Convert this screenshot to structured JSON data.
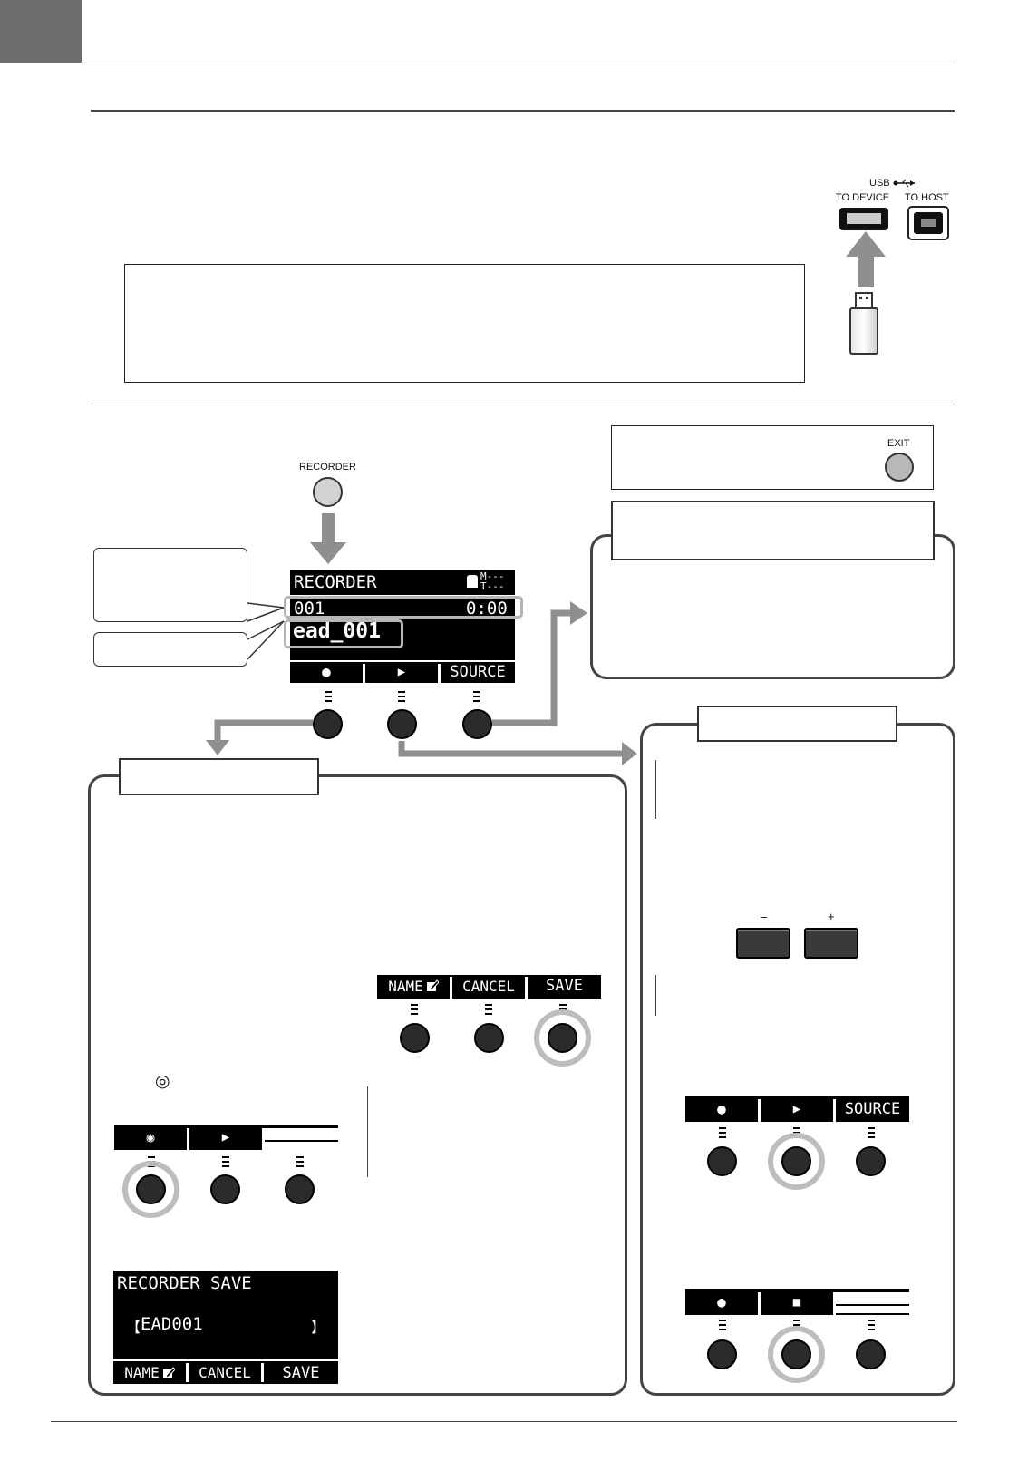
{
  "usb_panel": {
    "usb_label": "USB",
    "to_device_label": "TO DEVICE",
    "to_host_label": "TO HOST"
  },
  "buttons": {
    "recorder_label": "RECORDER",
    "exit_label": "EXIT",
    "minus_label": "–",
    "plus_label": "+"
  },
  "recorder_screen": {
    "title": "RECORDER",
    "meter_m": "M---",
    "meter_t": "T---",
    "song_number": "001",
    "time": "0:00",
    "file_name": "ead_001",
    "fn_record": "●",
    "fn_play": "▶",
    "fn_source": "SOURCE"
  },
  "save_fn_bar": {
    "name": "NAME",
    "cancel": "CANCEL",
    "save": "SAVE"
  },
  "record_symbol": "◎",
  "rec_bar": {
    "record": "◉",
    "play": "▶"
  },
  "save_screen": {
    "title": "RECORDER SAVE",
    "name_value": "EAD001",
    "bracket_open": "【",
    "bracket_close": "】",
    "fn_name": "NAME",
    "fn_cancel": "CANCEL",
    "fn_save": "SAVE"
  },
  "play_bar": {
    "record": "●",
    "play": "▶",
    "source": "SOURCE"
  },
  "stop_bar": {
    "record": "●",
    "stop": "■"
  }
}
